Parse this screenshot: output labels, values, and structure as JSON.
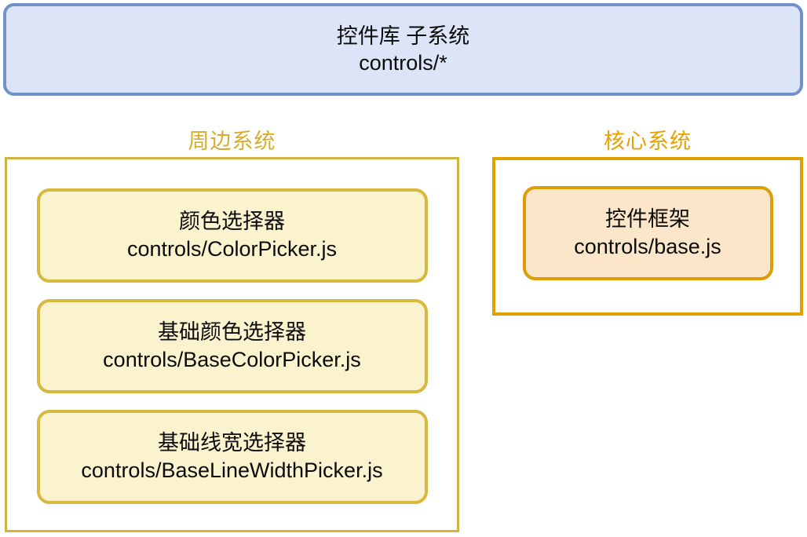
{
  "diagram": {
    "title_box": {
      "title": "控件库 子系统",
      "subtitle": "controls/*"
    },
    "groups": [
      {
        "label": "周边系统",
        "nodes": [
          {
            "name": "颜色选择器",
            "path": "controls/ColorPicker.js"
          },
          {
            "name": "基础颜色选择器",
            "path": "controls/BaseColorPicker.js"
          },
          {
            "name": "基础线宽选择器",
            "path": "controls/BaseLineWidthPicker.js"
          }
        ]
      },
      {
        "label": "核心系统",
        "nodes": [
          {
            "name": "控件框架",
            "path": "controls/base.js"
          }
        ]
      }
    ],
    "colors": {
      "title_fill": "#dbe5f7",
      "title_border": "#7191cb",
      "peripheral_label": "#d6ad2c",
      "peripheral_box_border": "#d3b440",
      "peripheral_node_fill": "#fbf3cd",
      "peripheral_node_border": "#d7b93f",
      "core_label": "#e6a200",
      "core_box_border": "#e2a000",
      "core_node_fill": "#fce6c9",
      "core_node_border": "#de9d05",
      "text": "#0b0b0b",
      "background": "#ffffff"
    }
  }
}
